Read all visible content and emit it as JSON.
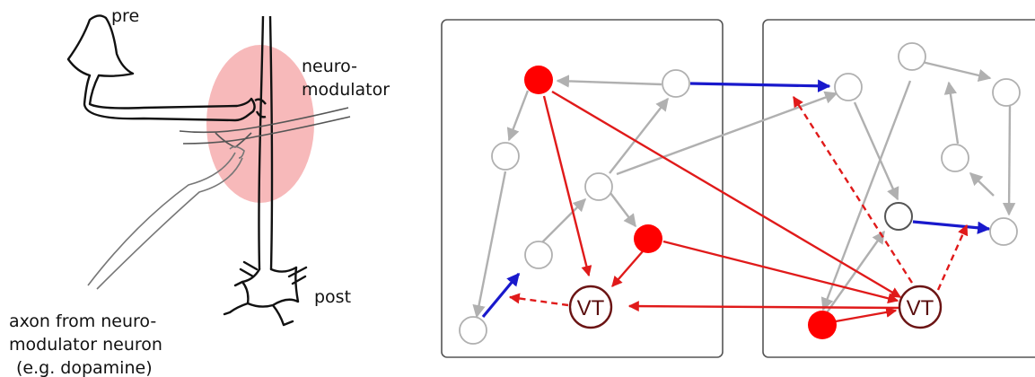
{
  "labels": {
    "pre": "pre",
    "neuromodulator_line1": "neuro-",
    "neuromodulator_line2": "modulator",
    "post": "post",
    "axon_line1": "axon from neuro-",
    "axon_line2": "modulator neuron",
    "axon_line3": "(e.g. dopamine)",
    "vt_left": "VT",
    "vt_right": "VT"
  },
  "colors": {
    "modulator_cloud": "#f7b9ba",
    "active_neuron": "#ff0000",
    "inactive_neuron": "#b0b0b0",
    "plastic_synapse": "#1919cc",
    "modulatory_projection": "#e01a1a",
    "vt_border": "#6b1414"
  }
}
